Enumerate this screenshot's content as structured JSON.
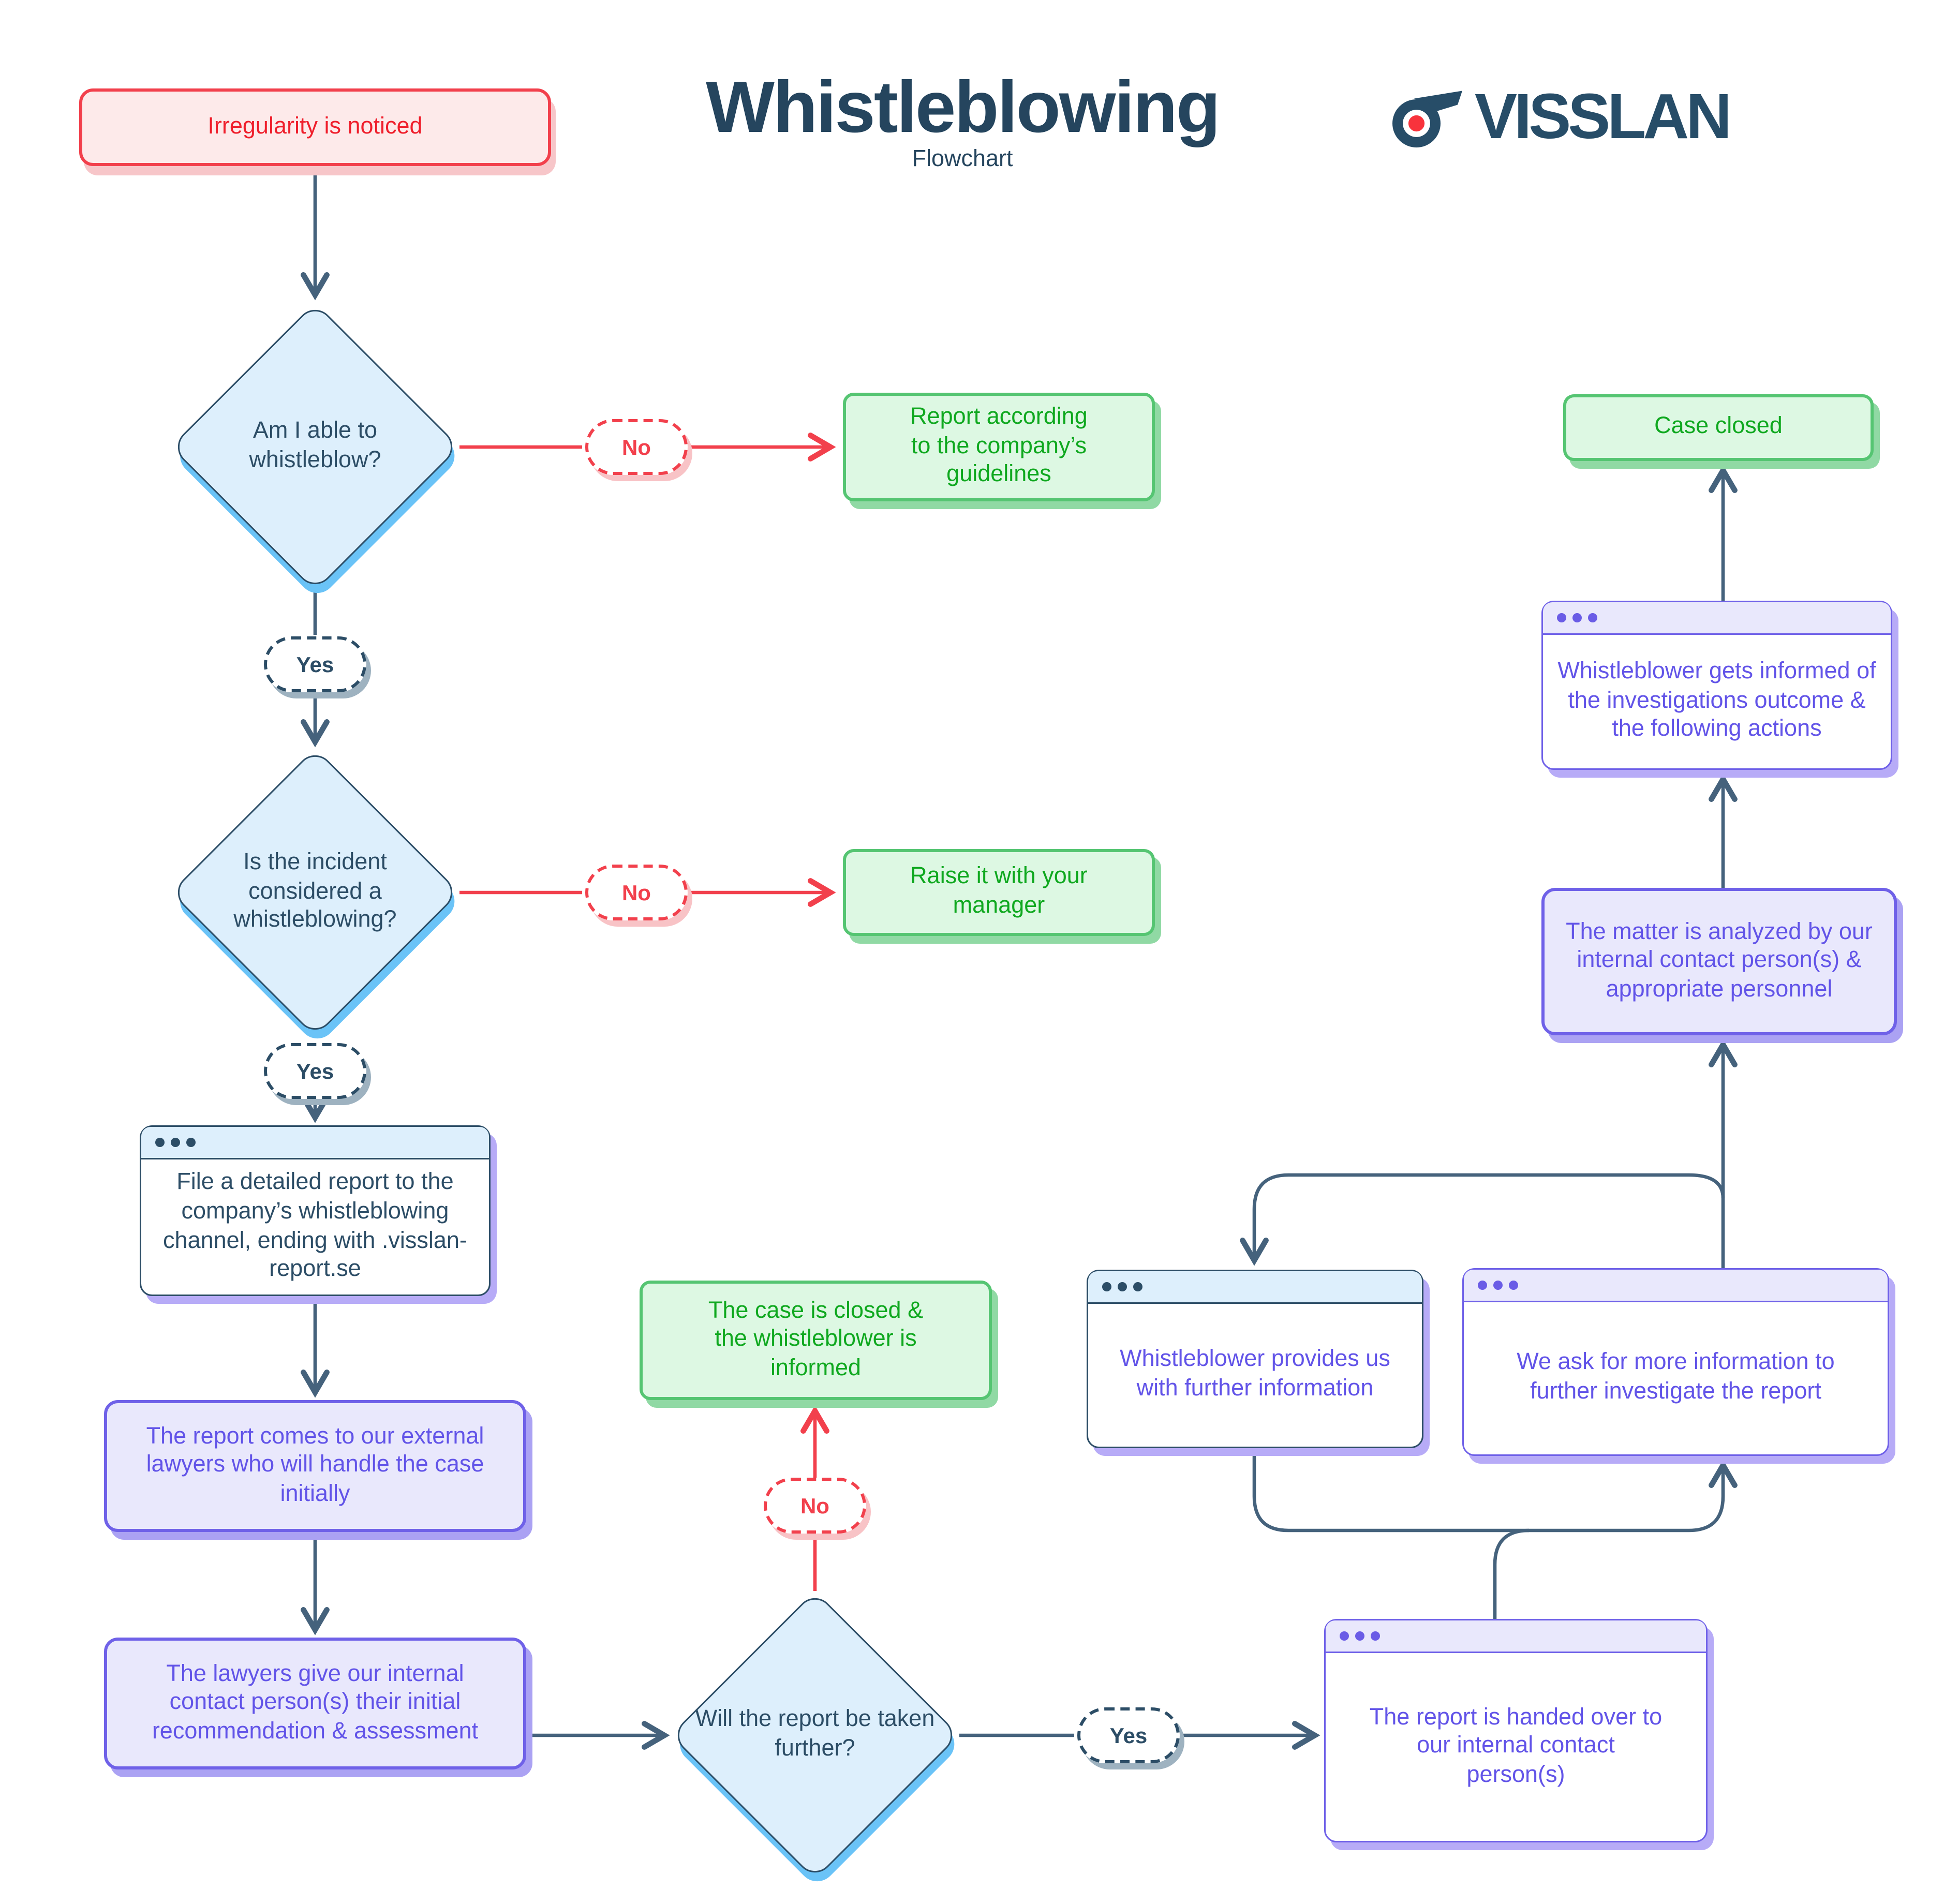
{
  "header": {
    "title": "Whistleblowing",
    "subtitle": "Flowchart",
    "brand": "VISSLAN"
  },
  "labels": {
    "yes": "Yes",
    "no": "No"
  },
  "nodes": {
    "start": "Irregularity is noticed",
    "d1": "Am I able to whistleblow?",
    "g1": "Report according to the company’s guidelines",
    "d2": "Is the incident considered a whistleblowing?",
    "g2": "Raise it with your manager",
    "file_report": "File a detailed report to the company’s whistleblowing channel, ending with .visslan-report.se",
    "external_lawyers": "The report comes to our external lawyers who will handle the case initially",
    "recommendation": "The lawyers give our internal contact person(s) their initial recommendation & assessment",
    "d3": "Will the report be taken further?",
    "g3": "The case is closed & the whistleblower is informed",
    "handed_over": "The report is handed over to our internal contact person(s)",
    "provides_info": "Whistleblower provides us with further information",
    "ask_more": "We ask for more information to further investigate the report",
    "analyzed": "The matter is analyzed by our internal contact person(s) & appropriate personnel",
    "informed": "Whistleblower gets informed of the investigations outcome & the following actions",
    "case_closed": "Case closed"
  },
  "colors": {
    "dark": "#2c4d66",
    "arrow": "#45627c",
    "red": "#f2404c",
    "green": "#0fa81f",
    "purple": "#6254e8",
    "diamond_shadow_blue": "#6ac3f7",
    "logo_red_dot": "#f8333c"
  }
}
